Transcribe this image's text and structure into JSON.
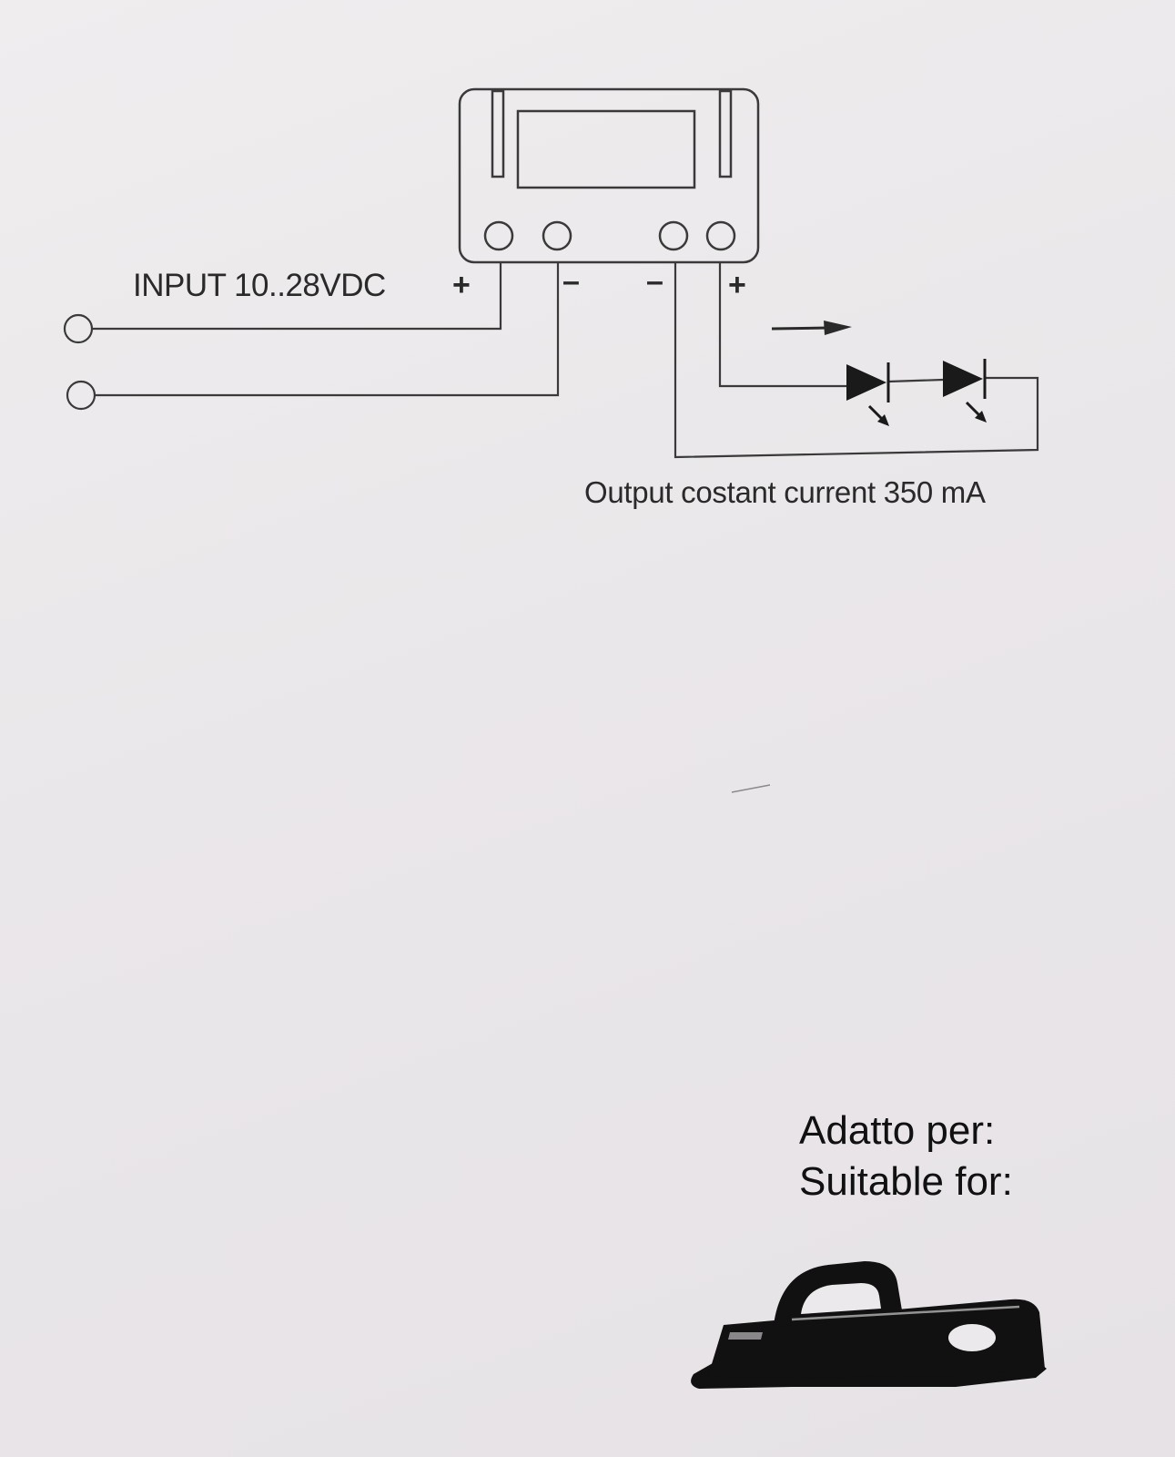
{
  "input": {
    "label": "INPUT 10..28VDC",
    "plus": "+",
    "minus": "–"
  },
  "output": {
    "minus": "–",
    "plus": "+",
    "label": "Output costant current  350 mA"
  },
  "suitable": {
    "line1": "Adatto per:",
    "line2": "Suitable for:"
  },
  "colors": {
    "line": "#3a3a3a",
    "ink": "#111111",
    "paper": "#ece9ec"
  },
  "icons": [
    "led-driver-module-icon",
    "input-terminal-icon",
    "led-diode-icon",
    "current-direction-arrow-icon",
    "product-clip-icon"
  ]
}
